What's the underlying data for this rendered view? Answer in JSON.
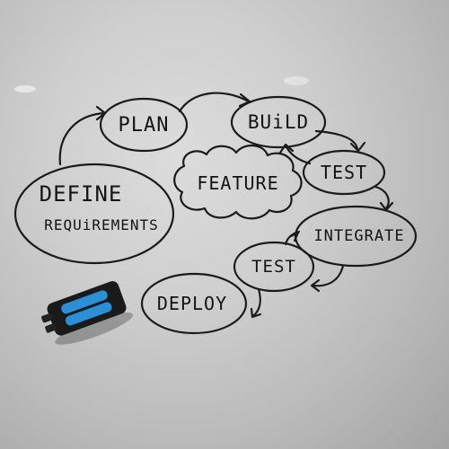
{
  "nodes": {
    "plan": "PLAN",
    "build": "BUiLD",
    "test_top": "TEST",
    "feature": "FEATURE",
    "define_line1": "DEFINE",
    "define_line2": "REQUiREMENTS",
    "integrate": "INTEGRATE",
    "test_bottom": "TEST",
    "deploy": "DEPLOY"
  },
  "marker": {
    "body_color": "#1a1a1a",
    "accent_color": "#2a8fd6"
  }
}
